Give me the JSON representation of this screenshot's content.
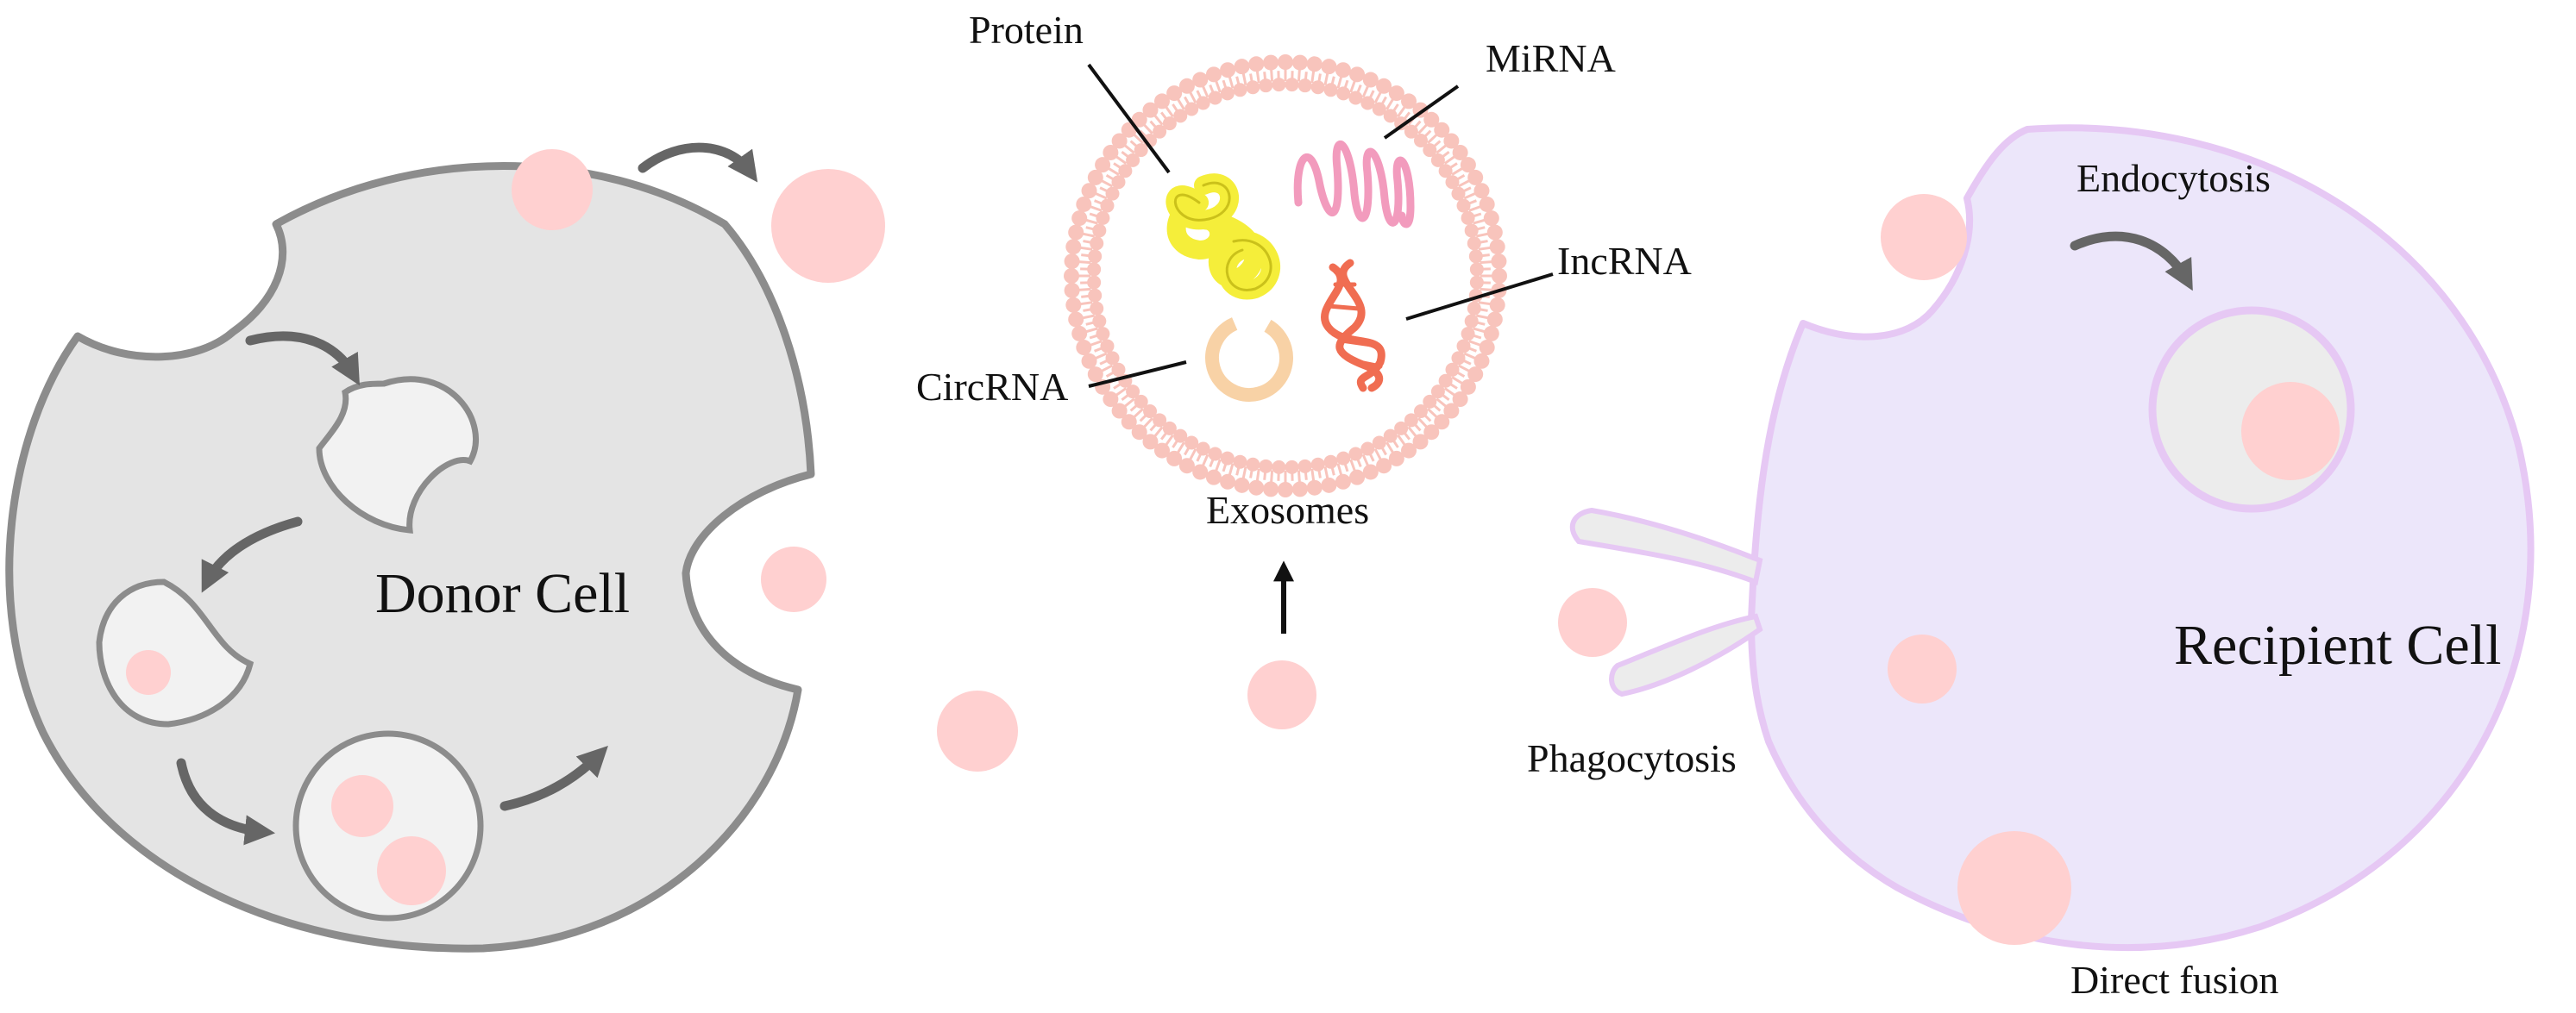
{
  "labels": {
    "donor_cell": "Donor Cell",
    "recipient_cell": "Recipient Cell",
    "exosomes": "Exosomes",
    "protein": "Protein",
    "mirna": "MiRNA",
    "lncrna": "IncRNA",
    "circrna": "CircRNA",
    "endocytosis": "Endocytosis",
    "phagocytosis": "Phagocytosis",
    "direct_fusion": "Direct fusion"
  },
  "colors": {
    "donor_fill": "#e4e4e4",
    "donor_stroke": "#8c8c8c",
    "recipient_fill": "#ece6fa",
    "recipient_stroke": "#e6c8f4",
    "vesicle_pink": "#ffd0d0",
    "membrane_pink": "#f8c4bc",
    "protein_yellow": "#f5ee3a",
    "mirna_pink": "#f29bbd",
    "lncrna_red": "#f06d52",
    "circrna_orange": "#f8d2a6",
    "arrow_gray": "#666666"
  }
}
